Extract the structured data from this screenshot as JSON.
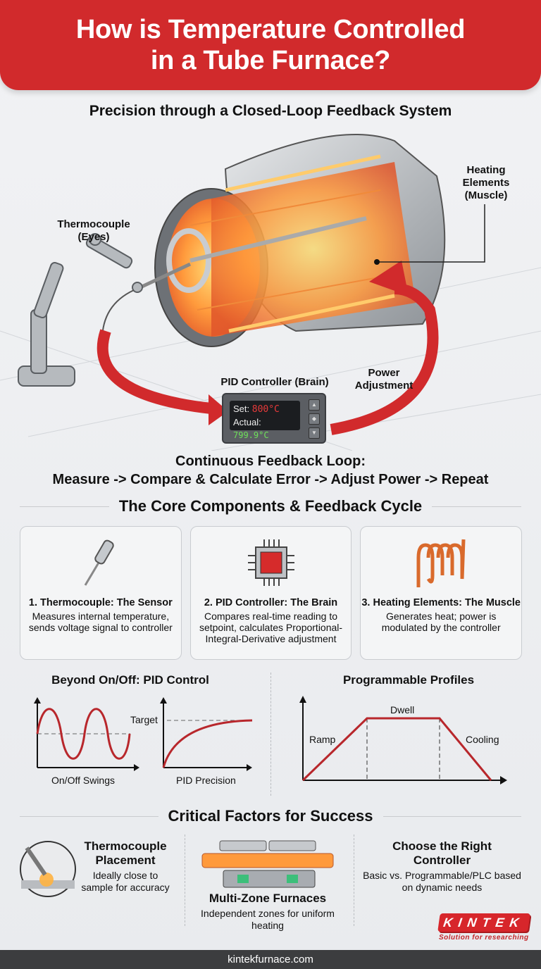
{
  "header": {
    "title_line1": "How is Temperature Controlled",
    "title_line2": "in a Tube Furnace?",
    "subtitle": "Precision through a Closed-Loop Feedback System"
  },
  "hero": {
    "labels": {
      "thermocouple_1": "Thermocouple",
      "thermocouple_2": "(Eyes)",
      "heating_1": "Heating",
      "heating_2": "Elements",
      "heating_3": "(Muscle)",
      "pid": "PID Controller (Brain)",
      "power_1": "Power",
      "power_2": "Adjustment"
    },
    "controller": {
      "set_label": "Set:",
      "set_value": "800°C",
      "actual_label": "Actual:",
      "actual_value": "799.9°C",
      "buttons": [
        "▲",
        "◆",
        "▼"
      ]
    },
    "loop_line1": "Continuous Feedback Loop:",
    "loop_line2": "Measure -> Compare & Calculate Error -> Adjust Power -> Repeat"
  },
  "core": {
    "title": "The Core Components & Feedback Cycle",
    "cards": [
      {
        "icon": "thermocouple-probe-icon",
        "title": "1. Thermocouple: The Sensor",
        "text": "Measures internal temperature, sends voltage signal to controller"
      },
      {
        "icon": "microchip-icon",
        "title": "2. PID Controller: The Brain",
        "text": "Compares real-time reading to setpoint, calculates Proportional-Integral-Derivative adjustment"
      },
      {
        "icon": "heating-coil-icon",
        "title": "3. Heating Elements: The Muscle",
        "text": "Generates heat; power is modulated by the controller"
      }
    ]
  },
  "pid_control": {
    "title": "Beyond On/Off: PID Control",
    "onoff_caption": "On/Off Swings",
    "pid_caption": "PID Precision",
    "target_label": "Target"
  },
  "profiles": {
    "title": "Programmable Profiles",
    "ramp": "Ramp",
    "dwell": "Dwell",
    "cooling": "Cooling"
  },
  "factors": {
    "title": "Critical Factors for Success",
    "items": [
      {
        "title": "Thermocouple Placement",
        "text": "Ideally close to sample for accuracy"
      },
      {
        "title": "Multi-Zone Furnaces",
        "text": "Independent zones for uniform heating"
      },
      {
        "title": "Choose the Right Controller",
        "text": "Basic vs. Programmable/PLC based on dynamic needs"
      }
    ]
  },
  "logo": {
    "name": "KINTEK",
    "tagline": "Solution for researching"
  },
  "footer": {
    "url": "kintekfurnace.com"
  },
  "colors": {
    "brand_red": "#d12a2c",
    "curve_red": "#b8272c",
    "footer": "#3c3d3f"
  }
}
